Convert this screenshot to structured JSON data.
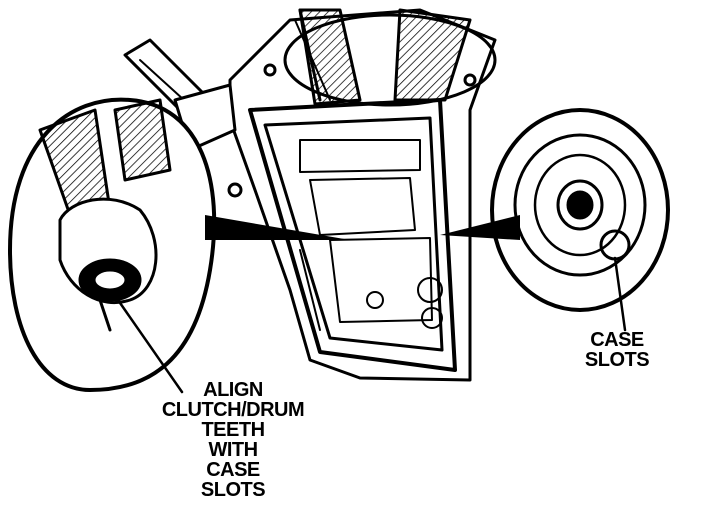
{
  "callouts": {
    "case_slots": [
      "CASE",
      "SLOTS"
    ],
    "align": [
      "ALIGN",
      "CLUTCH/DRUM",
      "TEETH",
      "WITH",
      "CASE",
      "SLOTS"
    ]
  },
  "colors": {
    "ink": "#000000",
    "paper": "#ffffff"
  }
}
